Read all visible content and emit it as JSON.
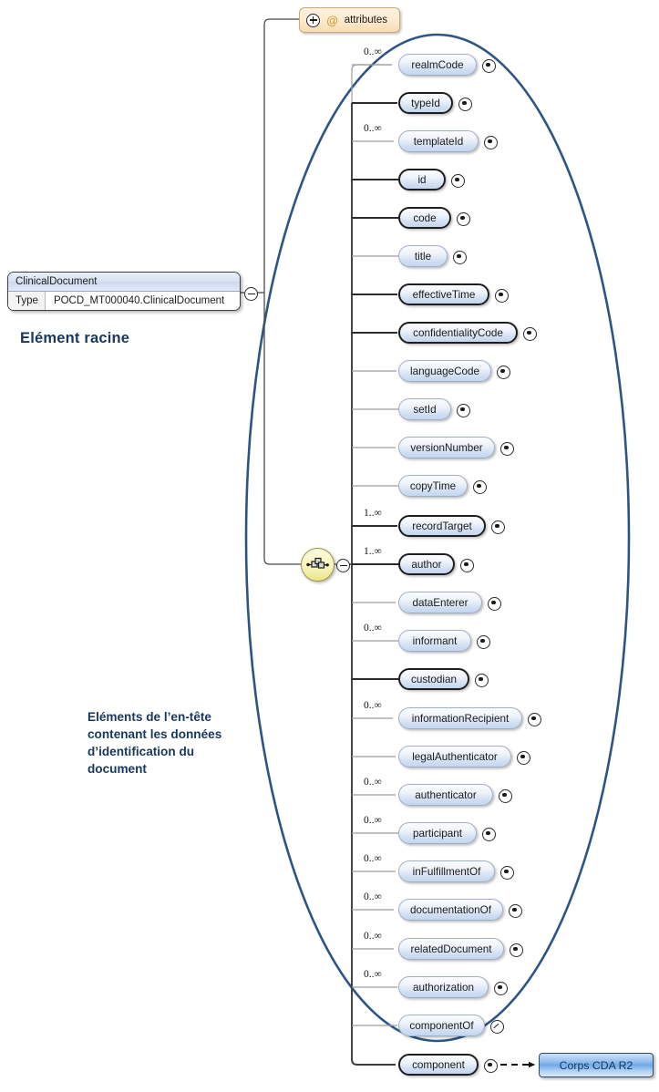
{
  "diagram": {
    "title": "CDA R2 ClinicalDocument XSD schema tree",
    "colors": {
      "ellipse": "#2c5586",
      "annotation_text": "#17375e",
      "element_fill": "#cddef2",
      "attributes_fill": "#fbe9cd",
      "corps_fill": "#6fa9e8",
      "line": "#4a4a4a"
    }
  },
  "root": {
    "name": "ClinicalDocument",
    "type_label": "Type",
    "type_value": "POCD_MT000040.ClinicalDocument",
    "toggle_icon": "minus-circle-icon"
  },
  "annotations": {
    "root_label": "Elément racine",
    "header_label": "Eléments de l’en-tête contenant les données d’identification du document"
  },
  "attributes_node": {
    "label": "attributes",
    "at_symbol": "@",
    "toggle_icon": "plus-circle-icon"
  },
  "compositor": {
    "icon": "sequence-icon",
    "toggle_icon": "minus-circle-icon"
  },
  "elements": [
    {
      "label": "realmCode",
      "cardinality": "0..∞",
      "required": false,
      "width": 86,
      "toggle": "dot-circle-icon"
    },
    {
      "label": "typeId",
      "cardinality": "",
      "required": true,
      "width": 60,
      "toggle": "dot-circle-icon"
    },
    {
      "label": "templateId",
      "cardinality": "0..∞",
      "required": false,
      "width": 88,
      "toggle": "dot-circle-icon"
    },
    {
      "label": "id",
      "cardinality": "",
      "required": true,
      "width": 52,
      "toggle": "dot-circle-icon"
    },
    {
      "label": "code",
      "cardinality": "",
      "required": true,
      "width": 58,
      "toggle": "dot-circle-icon"
    },
    {
      "label": "title",
      "cardinality": "",
      "required": false,
      "width": 54,
      "toggle": "dot-circle-icon"
    },
    {
      "label": "effectiveTime",
      "cardinality": "",
      "required": true,
      "width": 100,
      "toggle": "dot-circle-icon"
    },
    {
      "label": "confidentialityCode",
      "cardinality": "",
      "required": true,
      "width": 131,
      "toggle": "dot-circle-icon"
    },
    {
      "label": "languageCode",
      "cardinality": "",
      "required": false,
      "width": 102,
      "toggle": "dot-circle-icon"
    },
    {
      "label": "setId",
      "cardinality": "",
      "required": false,
      "width": 58,
      "toggle": "dot-circle-icon"
    },
    {
      "label": "versionNumber",
      "cardinality": "",
      "required": false,
      "width": 106,
      "toggle": "dot-circle-icon"
    },
    {
      "label": "copyTime",
      "cardinality": "",
      "required": false,
      "width": 76,
      "toggle": "dot-circle-icon"
    },
    {
      "label": "recordTarget",
      "cardinality": "1..∞",
      "required": true,
      "width": 96,
      "toggle": "dot-circle-icon"
    },
    {
      "label": "author",
      "cardinality": "1..∞",
      "required": true,
      "width": 62,
      "toggle": "dot-circle-icon"
    },
    {
      "label": "dataEnterer",
      "cardinality": "",
      "required": false,
      "width": 92,
      "toggle": "dot-circle-icon"
    },
    {
      "label": "informant",
      "cardinality": "0..∞",
      "required": false,
      "width": 80,
      "toggle": "dot-circle-icon"
    },
    {
      "label": "custodian",
      "cardinality": "",
      "required": true,
      "width": 78,
      "toggle": "dot-circle-icon"
    },
    {
      "label": "informationRecipient",
      "cardinality": "0..∞",
      "required": false,
      "width": 136,
      "toggle": "dot-circle-icon"
    },
    {
      "label": "legalAuthenticator",
      "cardinality": "",
      "required": false,
      "width": 124,
      "toggle": "dot-circle-icon"
    },
    {
      "label": "authenticator",
      "cardinality": "0..∞",
      "required": false,
      "width": 104,
      "toggle": "dot-circle-icon"
    },
    {
      "label": "participant",
      "cardinality": "0..∞",
      "required": false,
      "width": 86,
      "toggle": "dot-circle-icon"
    },
    {
      "label": "inFulfillmentOf",
      "cardinality": "0..∞",
      "required": false,
      "width": 106,
      "toggle": "dot-circle-icon"
    },
    {
      "label": "documentationOf",
      "cardinality": "0..∞",
      "required": false,
      "width": 115,
      "toggle": "dot-circle-icon"
    },
    {
      "label": "relatedDocument",
      "cardinality": "0..∞",
      "required": false,
      "width": 116,
      "toggle": "dot-circle-icon"
    },
    {
      "label": "authorization",
      "cardinality": "0..∞",
      "required": false,
      "width": 99,
      "toggle": "dot-circle-icon"
    },
    {
      "label": "componentOf",
      "cardinality": "",
      "required": false,
      "width": 95,
      "toggle": "slash-circle-icon"
    },
    {
      "label": "component",
      "cardinality": "",
      "required": true,
      "width": 88,
      "toggle": "dot-circle-icon"
    }
  ],
  "body_ref": {
    "label": "Corps CDA R2",
    "arrow": "dashed-arrow-icon"
  }
}
